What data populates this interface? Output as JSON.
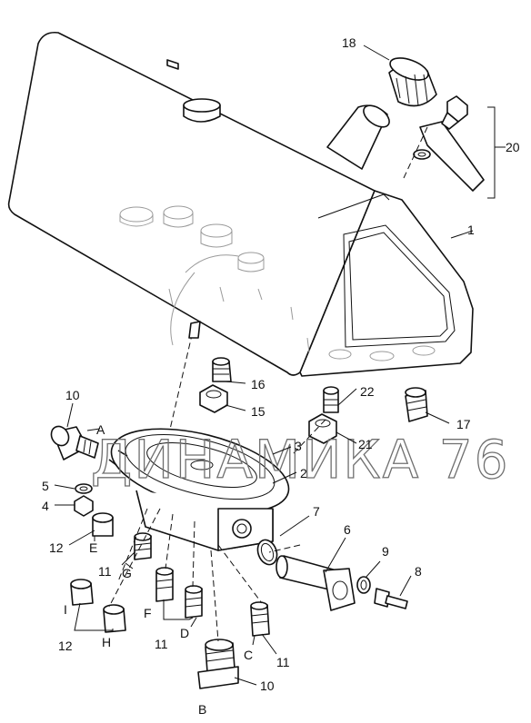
{
  "watermark": "ДИНАМИКА 76",
  "labels": {
    "n1": "1",
    "n2": "2",
    "n3": "3",
    "n4": "4",
    "n5": "5",
    "n6": "6",
    "n7": "7",
    "n8": "8",
    "n9": "9",
    "n10a": "10",
    "n10b": "10",
    "n11a": "11",
    "n11b": "11",
    "n11c": "11",
    "n12a": "12",
    "n12b": "12",
    "n15": "15",
    "n16": "16",
    "n17": "17",
    "n18": "18",
    "n20": "20",
    "n21": "21",
    "n22": "22",
    "A": "A",
    "B": "B",
    "C": "C",
    "D": "D",
    "E": "E",
    "F": "F",
    "G": "G",
    "H": "H",
    "I": "I"
  }
}
